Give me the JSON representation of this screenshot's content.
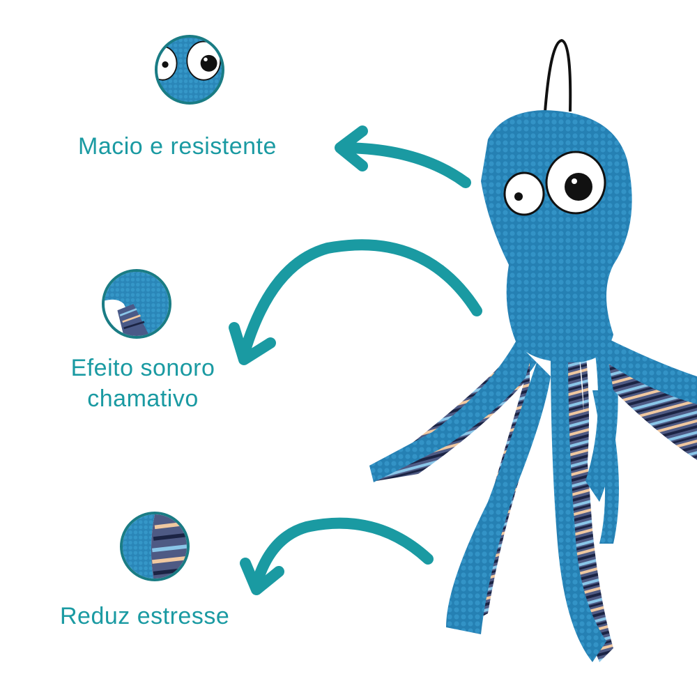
{
  "features": [
    {
      "label": "Macio e resistente"
    },
    {
      "label_line1": "Efeito sonoro",
      "label_line2": "chamativo"
    },
    {
      "label": "Reduz estresse"
    }
  ],
  "icons": {
    "arrows": "curved-arrow-icon",
    "product": "octopus-plush-toy"
  },
  "colors": {
    "accent": "#1a9aa2",
    "toy_blue": "#2a86b8",
    "toy_dark": "#1d5f8a"
  }
}
